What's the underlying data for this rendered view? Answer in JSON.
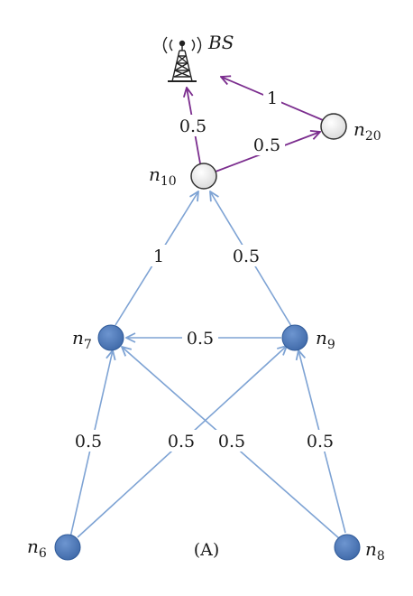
{
  "nodes": {
    "n6": {
      "name": "n",
      "sub": "6",
      "fill": "#4a76b8",
      "stroke": "#2f5a99"
    },
    "n7": {
      "name": "n",
      "sub": "7",
      "fill": "#4a76b8",
      "stroke": "#2f5a99"
    },
    "n8": {
      "name": "n",
      "sub": "8",
      "fill": "#4a76b8",
      "stroke": "#2f5a99"
    },
    "n9": {
      "name": "n",
      "sub": "9",
      "fill": "#4a76b8",
      "stroke": "#2f5a99"
    },
    "n10": {
      "name": "n",
      "sub": "10",
      "fill": "#ffffff",
      "stroke": "#333333"
    },
    "n20": {
      "name": "n",
      "sub": "20",
      "fill": "#ffffff",
      "stroke": "#333333"
    },
    "bs": {
      "name": "BS",
      "icon": "base-station-tower-icon"
    }
  },
  "edges": [
    {
      "id": "e6-7",
      "from": "n6",
      "to": "n7",
      "weight": "0.5",
      "color": "#7ea3d4"
    },
    {
      "id": "e6-9",
      "from": "n6",
      "to": "n9",
      "weight": "0.5",
      "color": "#7ea3d4"
    },
    {
      "id": "e8-7",
      "from": "n8",
      "to": "n7",
      "weight": "0.5",
      "color": "#7ea3d4"
    },
    {
      "id": "e8-9",
      "from": "n8",
      "to": "n9",
      "weight": "0.5",
      "color": "#7ea3d4"
    },
    {
      "id": "e9-7",
      "from": "n9",
      "to": "n7",
      "weight": "0.5",
      "color": "#7ea3d4"
    },
    {
      "id": "e7-10",
      "from": "n7",
      "to": "n10",
      "weight": "1",
      "color": "#7ea3d4"
    },
    {
      "id": "e9-10",
      "from": "n9",
      "to": "n10",
      "weight": "0.5",
      "color": "#7ea3d4"
    },
    {
      "id": "e10-20",
      "from": "n10",
      "to": "n20",
      "weight": "0.5",
      "color": "#7b2d8e"
    },
    {
      "id": "e10-bs",
      "from": "n10",
      "to": "bs",
      "weight": "0.5",
      "color": "#7b2d8e"
    },
    {
      "id": "e20-bs",
      "from": "n20",
      "to": "bs",
      "weight": "1",
      "color": "#7b2d8e"
    }
  ],
  "caption": "(A)"
}
